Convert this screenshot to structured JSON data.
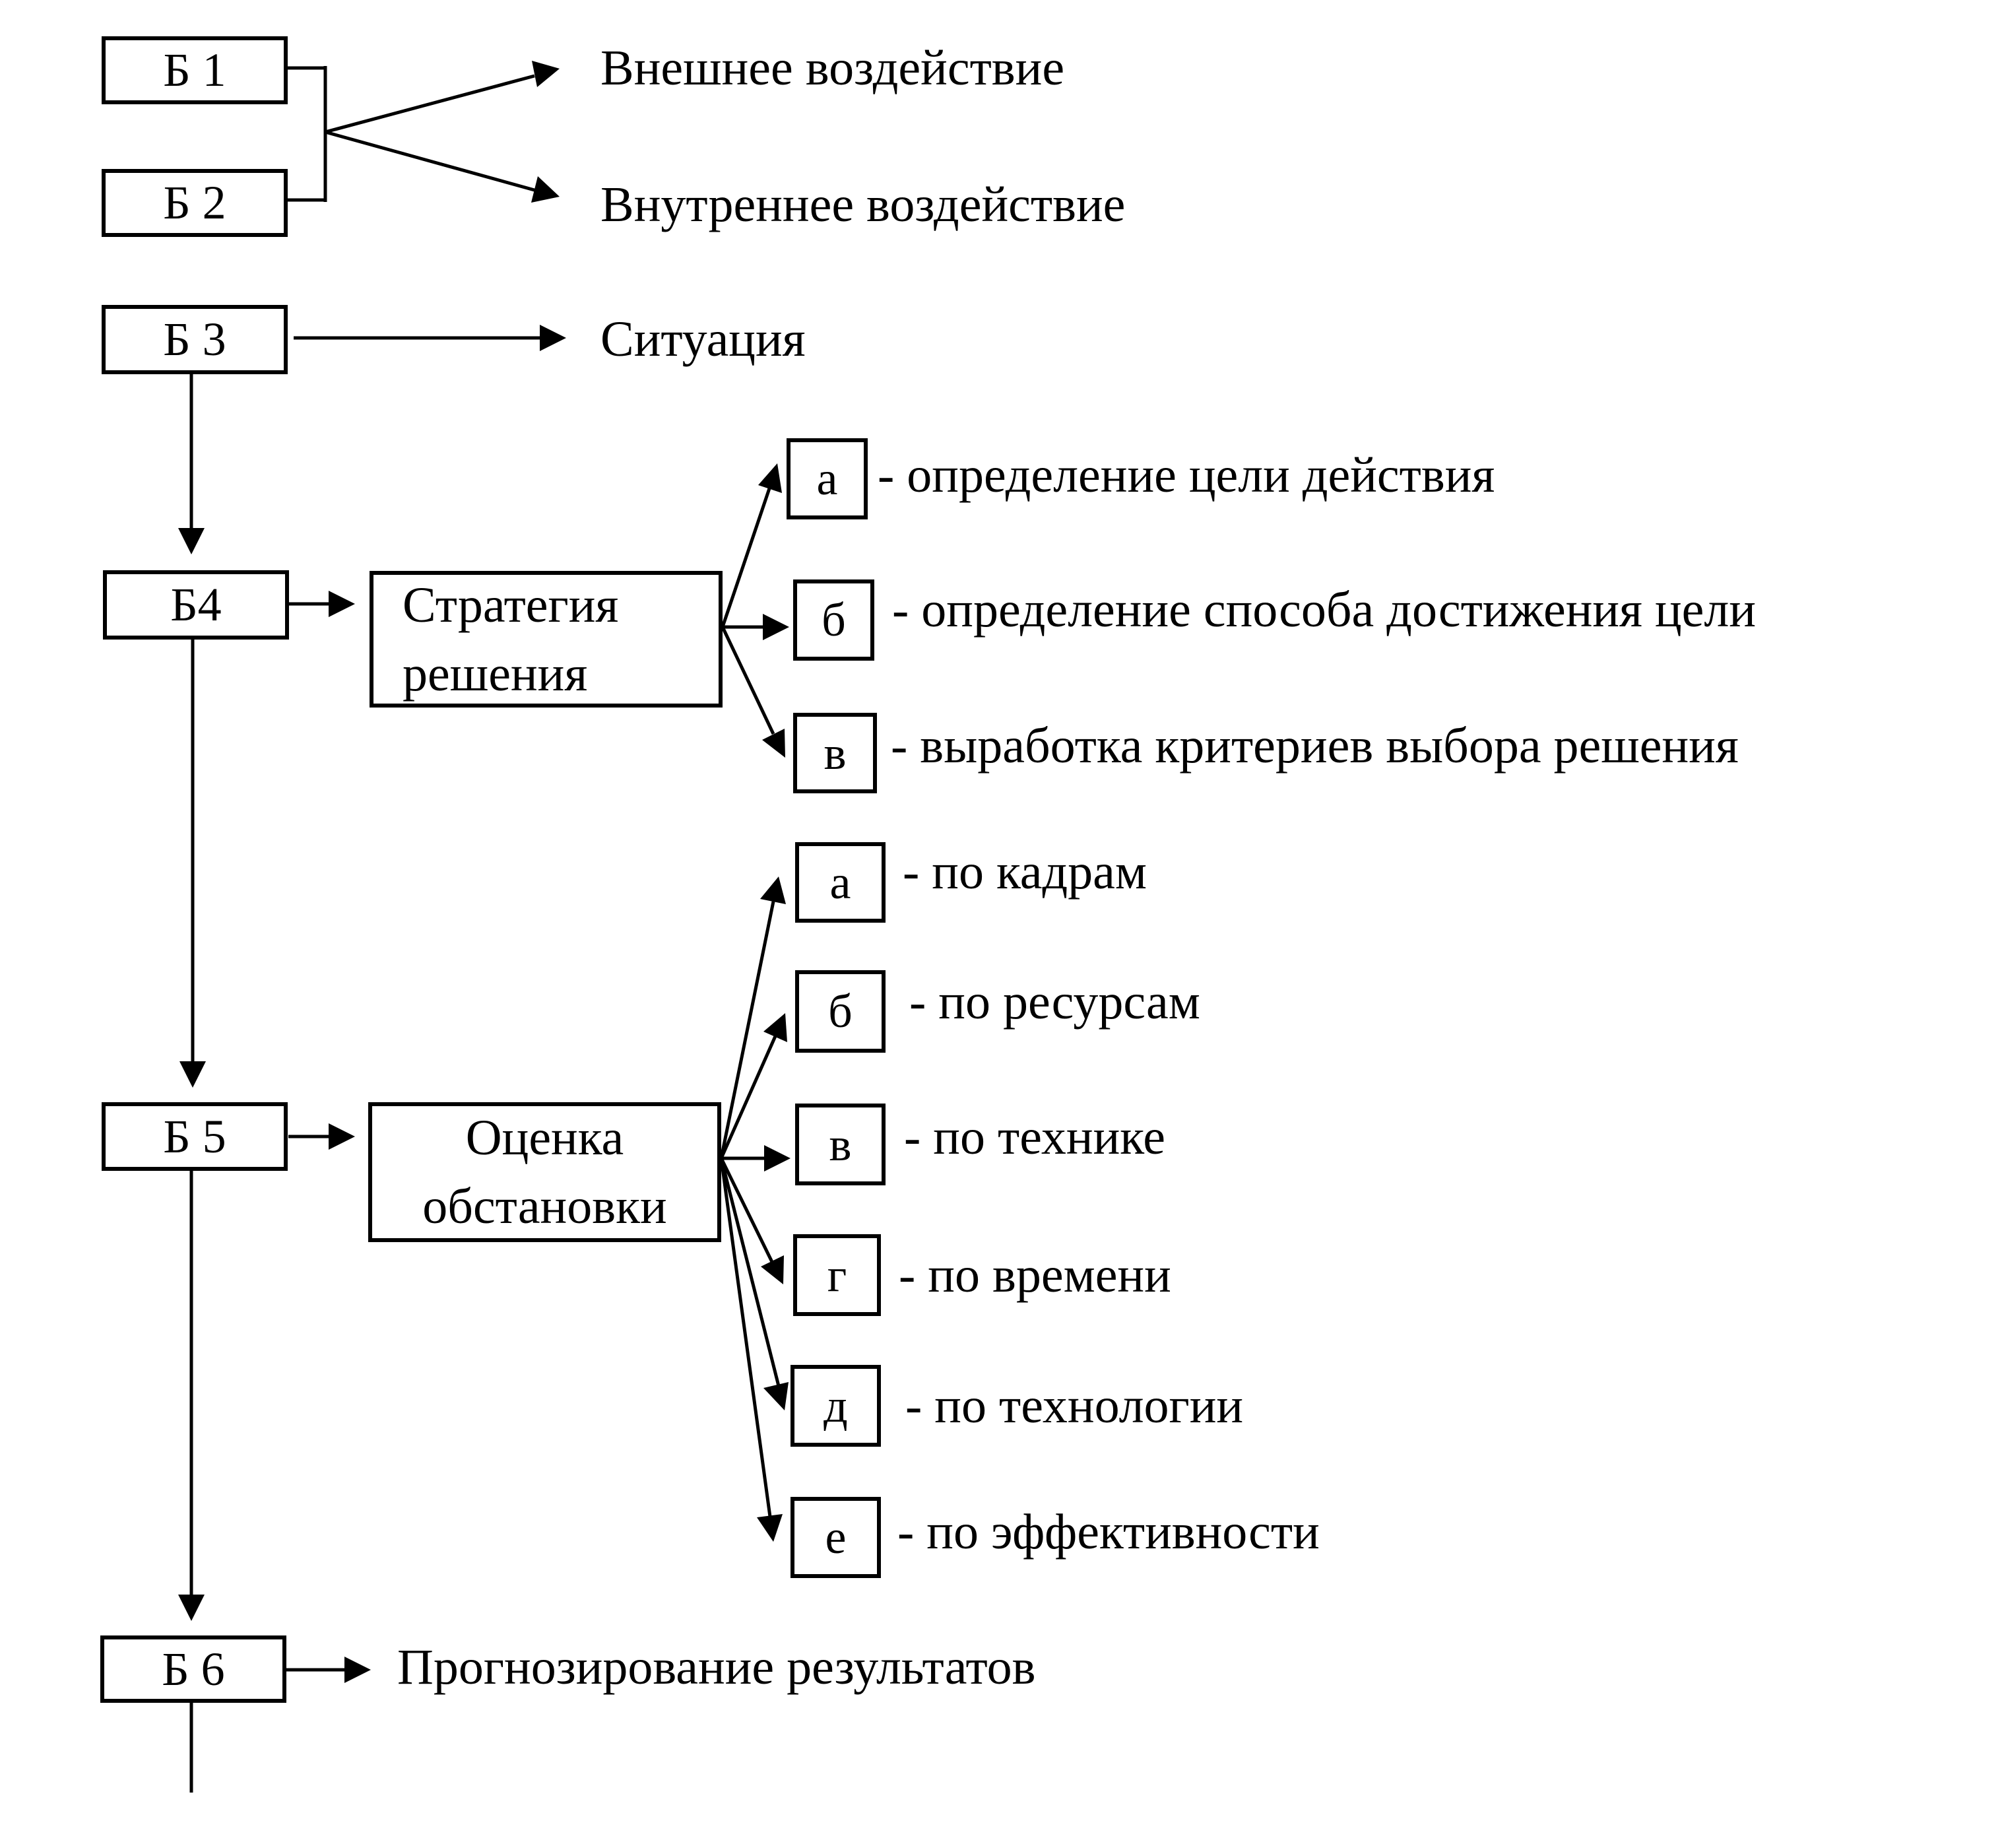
{
  "blocks": {
    "b1": "Б 1",
    "b2": "Б 2",
    "b3": "Б 3",
    "b4": "Б4",
    "b5": "Б 5",
    "b6": "Б 6"
  },
  "impacts": {
    "external": "Внешнее воздействие",
    "internal": "Внутреннее воздействие"
  },
  "situation": "Ситуация",
  "strategy": {
    "title_line1": "Стратегия",
    "title_line2": "решения",
    "items": [
      {
        "letter": "а",
        "text": "- определение цели действия"
      },
      {
        "letter": "б",
        "text": "- определение способа достижения цели"
      },
      {
        "letter": "в",
        "text": "- выработка критериев выбора решения"
      }
    ]
  },
  "assessment": {
    "title_line1": "Оценка",
    "title_line2": "обстановки",
    "items": [
      {
        "letter": "а",
        "text": "- по кадрам"
      },
      {
        "letter": "б",
        "text": "- по ресурсам"
      },
      {
        "letter": "в",
        "text": "- по технике"
      },
      {
        "letter": "г",
        "text": "- по времени"
      },
      {
        "letter": "д",
        "text": "- по технологии"
      },
      {
        "letter": "е",
        "text": "- по эффективности"
      }
    ]
  },
  "forecast": "Прогнозирование результатов"
}
